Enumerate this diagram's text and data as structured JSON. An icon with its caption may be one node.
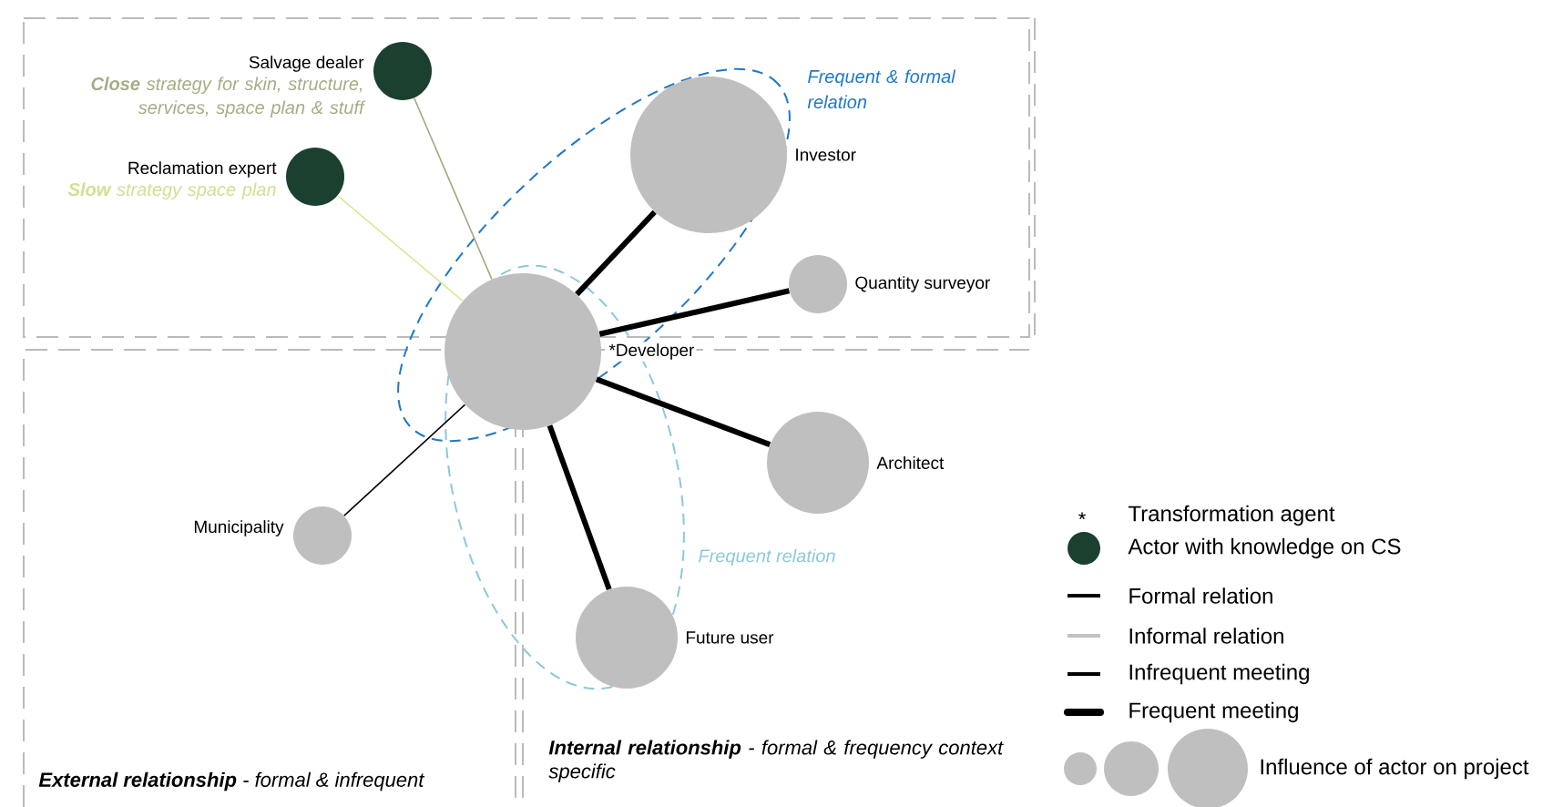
{
  "diagram": {
    "nodes": [
      {
        "text": [
          "Salvage dealer"
        ],
        "beside": [
          "**Close** strategy for skin, structure, services, space plan & stuff"
        ]
      },
      {
        "text": [
          "Reclamation expert"
        ],
        "beside": [
          "**Slow** strategy  space plan"
        ]
      },
      {
        "text": [
          "Investor"
        ]
      },
      {
        "text": [
          "Quantity surveyor"
        ]
      },
      {
        "text": [
          "*Developer"
        ]
      },
      {
        "text": [
          "Architect"
        ]
      },
      {
        "text": [
          "Municipality"
        ]
      },
      {
        "text": [
          "Future user"
        ]
      }
    ],
    "edges": [
      {
        "from": 0,
        "to": 4,
        "arrow": "none",
        "color": "#a8a67e"
      },
      {
        "from": 1,
        "to": 4,
        "arrow": "none",
        "color": "#d8e89a"
      },
      {
        "from": 4,
        "to": 2,
        "arrow": "none"
      },
      {
        "from": 4,
        "to": 3,
        "arrow": "none"
      },
      {
        "from": 4,
        "to": 5,
        "arrow": "none"
      },
      {
        "from": 4,
        "to": 7,
        "arrow": "none"
      },
      {
        "from": 6,
        "to": 4,
        "arrow": "none"
      }
    ],
    "labels": [
      "Frequent & formal relation",
      "Frequent relation",
      "*",
      "**External relationship** - formal & infrequent",
      "**Internal relationship** - formal & frequency context specific"
    ],
    "legend": [
      {
        "text": "Transformation agent"
      },
      {
        "text": "Actor with knowledge on CS",
        "color": "#1b4030"
      },
      {
        "text": "Formal relation"
      },
      {
        "text": "Informal relation"
      },
      {
        "text": "Infrequent meeting"
      },
      {
        "text": "Frequent meeting"
      },
      {
        "text": "Influence of actor on project"
      }
    ]
  }
}
